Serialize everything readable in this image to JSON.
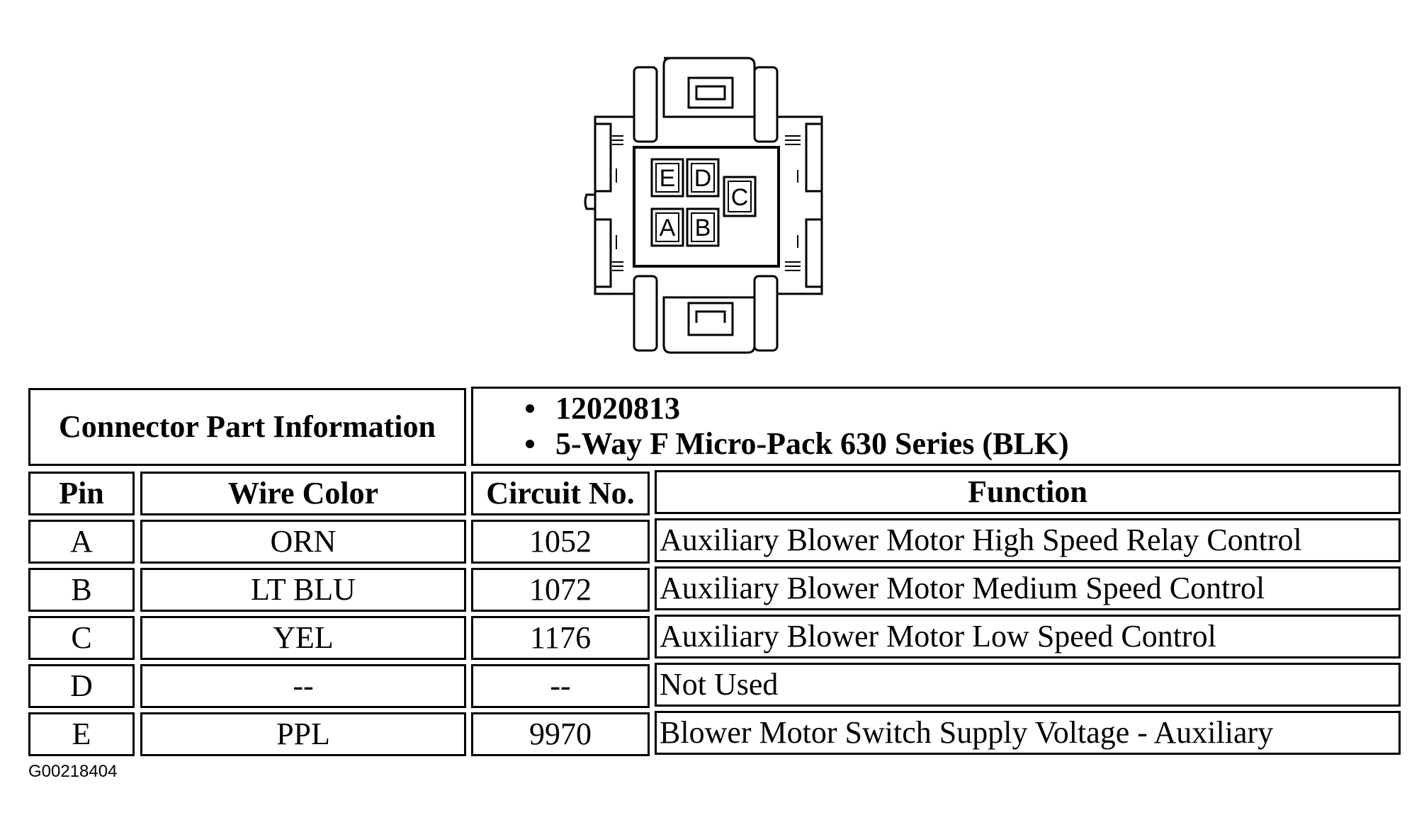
{
  "connector": {
    "pins": [
      {
        "letter": "E"
      },
      {
        "letter": "D"
      },
      {
        "letter": "C"
      },
      {
        "letter": "A"
      },
      {
        "letter": "B"
      }
    ]
  },
  "part_info": {
    "label": "Connector Part Information",
    "items": [
      "12020813",
      "5-Way F Micro-Pack 630 Series (BLK)"
    ]
  },
  "table": {
    "headers": {
      "pin": "Pin",
      "wire_color": "Wire Color",
      "circuit": "Circuit No.",
      "function": "Function"
    },
    "rows": [
      {
        "pin": "A",
        "wire_color": "ORN",
        "circuit": "1052",
        "function": "Auxiliary Blower Motor High Speed Relay Control"
      },
      {
        "pin": "B",
        "wire_color": "LT BLU",
        "circuit": "1072",
        "function": "Auxiliary Blower Motor Medium Speed Control"
      },
      {
        "pin": "C",
        "wire_color": "YEL",
        "circuit": "1176",
        "function": "Auxiliary Blower Motor Low Speed Control"
      },
      {
        "pin": "D",
        "wire_color": "--",
        "circuit": "--",
        "function": "Not Used"
      },
      {
        "pin": "E",
        "wire_color": "PPL",
        "circuit": "9970",
        "function": "Blower Motor Switch Supply Voltage - Auxiliary"
      }
    ]
  },
  "figure_id": "G00218404"
}
